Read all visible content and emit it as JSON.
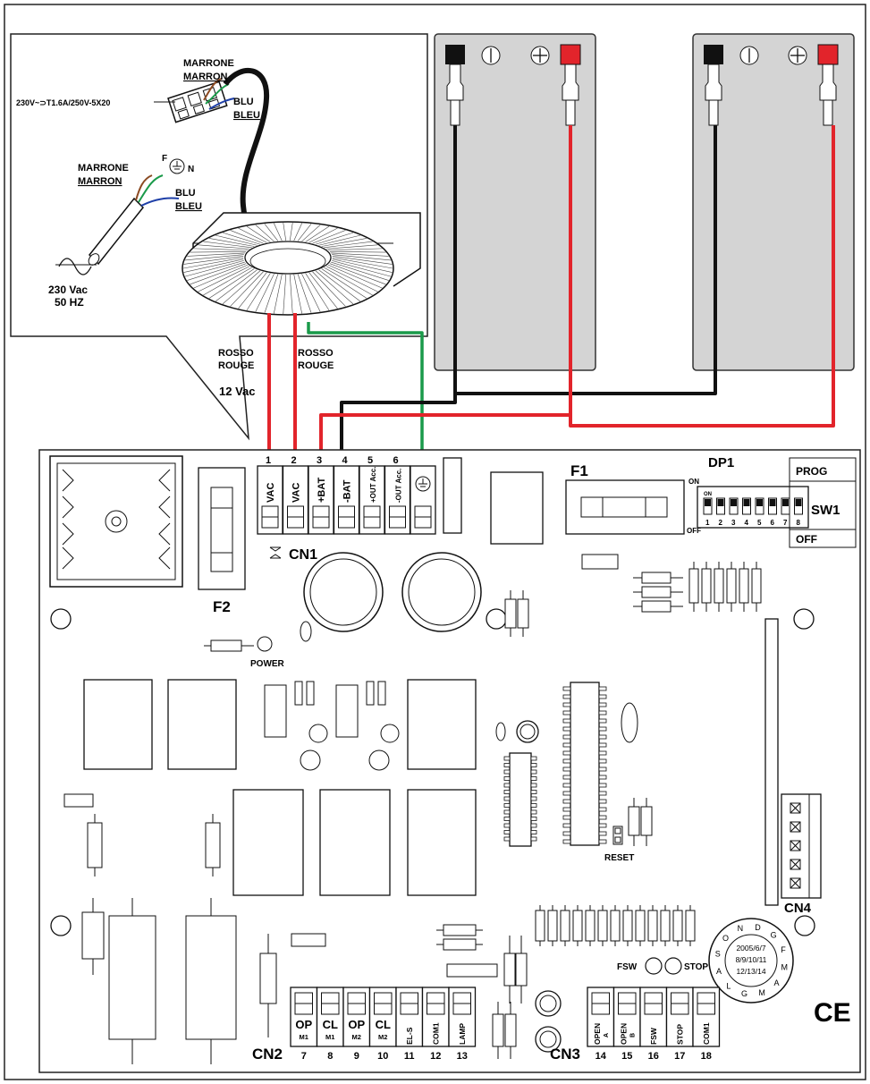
{
  "callout": {
    "marrone_top": "MARRONE",
    "marron_top": "MARRON",
    "blu_top": "BLU",
    "bleu_top": "BLEU",
    "fuse_spec": "230V~⊃T1.6A/250V-5X20",
    "f_label": "F",
    "n_label": "N",
    "marrone_bottom": "MARRONE",
    "marron_bottom": "MARRON",
    "blu_bottom": "BLU",
    "bleu_bottom": "BLEU",
    "voltage": "230 Vac",
    "frequency": "50 HZ"
  },
  "wires": {
    "rosso1": "ROSSO",
    "rouge1": "ROUGE",
    "rosso2": "ROSSO",
    "rouge2": "ROUGE",
    "vac12": "12 Vac"
  },
  "cn1": {
    "label": "CN1",
    "terminals": [
      {
        "num": "1",
        "text": "VAC"
      },
      {
        "num": "2",
        "text": "VAC"
      },
      {
        "num": "3",
        "text": "+BAT"
      },
      {
        "num": "4",
        "text": "-BAT"
      },
      {
        "num": "5",
        "text": "+OUT Acc."
      },
      {
        "num": "6",
        "text": "-OUT Acc."
      },
      {
        "num": "",
        "text": "earth"
      }
    ]
  },
  "board": {
    "f1": "F1",
    "f2": "F2",
    "dp1": "DP1",
    "on": "ON",
    "off": "OFF",
    "sw1": "SW1",
    "prog": "PROG",
    "sw_off": "OFF",
    "dip_on": "ON",
    "dip_numbers": [
      "1",
      "2",
      "3",
      "4",
      "5",
      "6",
      "7",
      "8"
    ],
    "power": "POWER",
    "reset": "RESET",
    "fsw": "FSW",
    "stop": "STOP",
    "cn4": "CN4",
    "ce": "CE"
  },
  "dial": {
    "letters": [
      "D",
      "G",
      "F",
      "M",
      "A",
      "M",
      "G",
      "L",
      "A",
      "S",
      "O",
      "N"
    ],
    "line1": "2005/6/7",
    "line2": "8/9/10/11",
    "line3": "12/13/14"
  },
  "cn2": {
    "label": "CN2",
    "terminals": [
      {
        "num": "7",
        "top": "OP",
        "sub": "M1"
      },
      {
        "num": "8",
        "top": "CL",
        "sub": "M1"
      },
      {
        "num": "9",
        "top": "OP",
        "sub": "M2"
      },
      {
        "num": "10",
        "top": "CL",
        "sub": "M2"
      },
      {
        "num": "11",
        "top": "EL-S",
        "sub": ""
      },
      {
        "num": "12",
        "top": "COM1",
        "sub": ""
      },
      {
        "num": "13",
        "top": "LAMP",
        "sub": ""
      }
    ]
  },
  "cn3": {
    "label": "CN3",
    "terminals": [
      {
        "num": "14",
        "top": "OPEN",
        "sub": "A"
      },
      {
        "num": "15",
        "top": "OPEN",
        "sub": "B"
      },
      {
        "num": "16",
        "top": "FSW",
        "sub": ""
      },
      {
        "num": "17",
        "top": "STOP",
        "sub": ""
      },
      {
        "num": "18",
        "top": "COM1",
        "sub": ""
      }
    ]
  },
  "colors": {
    "red": "#e2242b",
    "green": "#1a9a4a",
    "black": "#111111",
    "battery": "#d4d4d4",
    "brown": "#8b4a22",
    "blue": "#1e3fa8"
  }
}
